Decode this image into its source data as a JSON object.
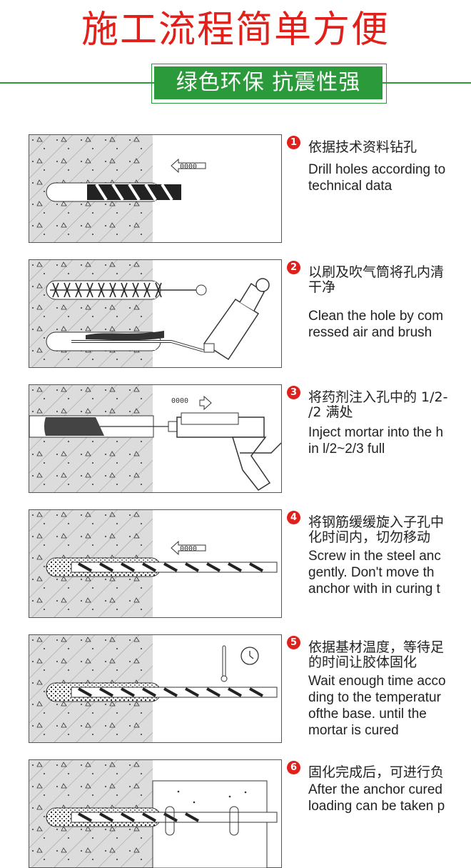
{
  "header": {
    "title": "施工流程简单方便",
    "banner": "绿色环保 抗震性强"
  },
  "steps": [
    {
      "num": "1",
      "zh": "依据技术资料钻孔",
      "en": "Drill holes according to\ntechnical data"
    },
    {
      "num": "2",
      "zh": "以刷及吹气筒将孔内清\n干净",
      "en": "Clean the hole by com\nressed air and brush"
    },
    {
      "num": "3",
      "zh": "将药剂注入孔中的 1/2-\n/2 满处",
      "en": "Inject mortar into the h\nin l/2~2/3 full"
    },
    {
      "num": "4",
      "zh": "将钢筋缓缓旋入子孔中\n化时间内，切勿移动",
      "en": "Screw in the steel anc\ngently.  Don't move th\nanchor with in curing t"
    },
    {
      "num": "5",
      "zh": "依据基材温度，等待足\n的时间让胶体固化",
      "en": "Wait enough time acco\nding to the temperatur\nofthe base.  until the\nmortar is cured"
    },
    {
      "num": "6",
      "zh": "固化完成后，可进行负",
      "en": "After the anchor cured\nloading can be taken p"
    }
  ],
  "colors": {
    "title": "#e0201b",
    "banner": "#2a9a3a",
    "badge": "#e0201b",
    "concrete": "#dcdcdc"
  }
}
